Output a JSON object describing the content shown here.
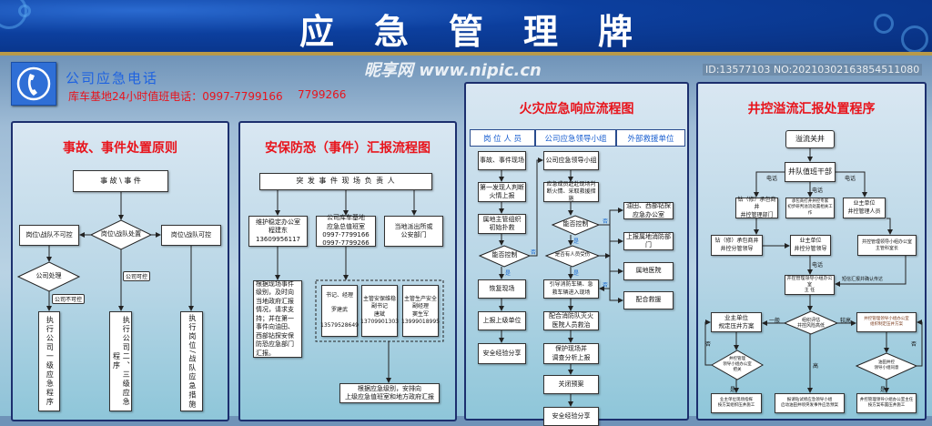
{
  "header": {
    "title": "应急管理牌"
  },
  "phone": {
    "icon": "phone-icon",
    "title": "公司应急电话",
    "line": "库车基地24小时值班电话：0997-7799166",
    "line2": "7799266"
  },
  "p1": {
    "title": "事故、事件处置原则",
    "top": "事 故 \\ 事 件",
    "dia": "岗位\\战队处置",
    "left": "岗位\\战队不可控",
    "right": "岗位\\战队可控",
    "dia2": "公司处理",
    "tag1": "公司不可控",
    "tag2": "公司可控",
    "v1": "执行公司一级应急程序",
    "v2": "执行公司二、三级应急程序",
    "v3": "执行岗位/战队应急措施"
  },
  "p2": {
    "title": "安保防恐（事件）汇报流程图",
    "top": "突 发 事 件 现 场 负 责 人",
    "b1": "维护稳定办公室\n程建东\n13609956117",
    "b2": "公司库车基地\n应急总值班室\n0997-7799166\n0997-7799266",
    "b3": "当地派出所或\n公安部门",
    "b4": "根据现场事件级别，及时向当地政府汇报情况，请求支持；并在第一事件向油田、西部钻探安保防恐应急部门汇报。",
    "c1": "书记、经理\n\n罗建武\n\n13579528649",
    "c2": "主管安保维稳\n副书记\n唐斌\n13709901303",
    "c3": "主管生产安全\n副经理\n窦生军\n13999018995",
    "bottom": "根据应急级别，安排向\n上级应急值班室和地方政府汇报"
  },
  "p3": {
    "title": "火灾应急响应流程图",
    "cols": [
      "岗 位 人 员",
      "公司应急领导小组",
      "外部救援单位"
    ],
    "l": [
      "事故、事件现场",
      "第一发现人判断\n火情上报",
      "属地主管组织\n初始扑救",
      "能否控制",
      "恢复现场",
      "上报上级单位",
      "安全经验分享"
    ],
    "m": [
      "公司应急领导小组",
      "应急成员赶赴现场判\n断火情、采取救援措施",
      "能否控制",
      "是否有人员受伤",
      "引导消防车辆、急\n救车辆进入现场",
      "配合消防队灭火\n医院人员救治",
      "保护现场并\n调查分析上报",
      "关闭预案",
      "安全经验分享"
    ],
    "r": [
      "油田、西部钻探\n应急办公室",
      "上报属地消防部门",
      "属地医院",
      "配合救援"
    ],
    "yes": "是",
    "no": "否"
  },
  "p4": {
    "title": "井控溢流汇报处置程序",
    "n1": "溢流关井",
    "n2": "井队值班干部",
    "phone": "电话",
    "a1": "钻（修）承包商井\n井控管理部门",
    "a2": "承包商打井井控专家\n初步研判溢流处置相关工作",
    "a3": "业主单位\n井控管理人员",
    "b1": "钻（修）承包商井\n井控分管领导",
    "b2": "业主单位\n井控分管领导",
    "b3": "井控管理领导小组办公室\n主管科室长",
    "sms": "短信汇报并确认传达",
    "c1": "井控管理领导小组办公室\n主  任",
    "d": "组织评估\n井控风险高低",
    "e1": "业主单位\n规定压井方案",
    "e2": "井控管理领导小组办公室\n组织制定压井方案",
    "normal": "一般",
    "higher": "较高",
    "high": "高",
    "f1": "井控管理\n领导小组办公室\n把关",
    "f2": "油田井控\n领导小组同意",
    "yes": "是",
    "no": "否",
    "g1": "业主单位现场指挥\n按方案组织压井施工",
    "g2": "报请钻试修应急领导小组\n启动油田井喷突发事件应急预案",
    "g3": "井控管理领导小组办公室主任\n按方案布置压井施工"
  },
  "watermark": {
    "site": "昵享网 www.nipic.cn",
    "id": "ID:13577103 NO:20210302163854511080"
  }
}
